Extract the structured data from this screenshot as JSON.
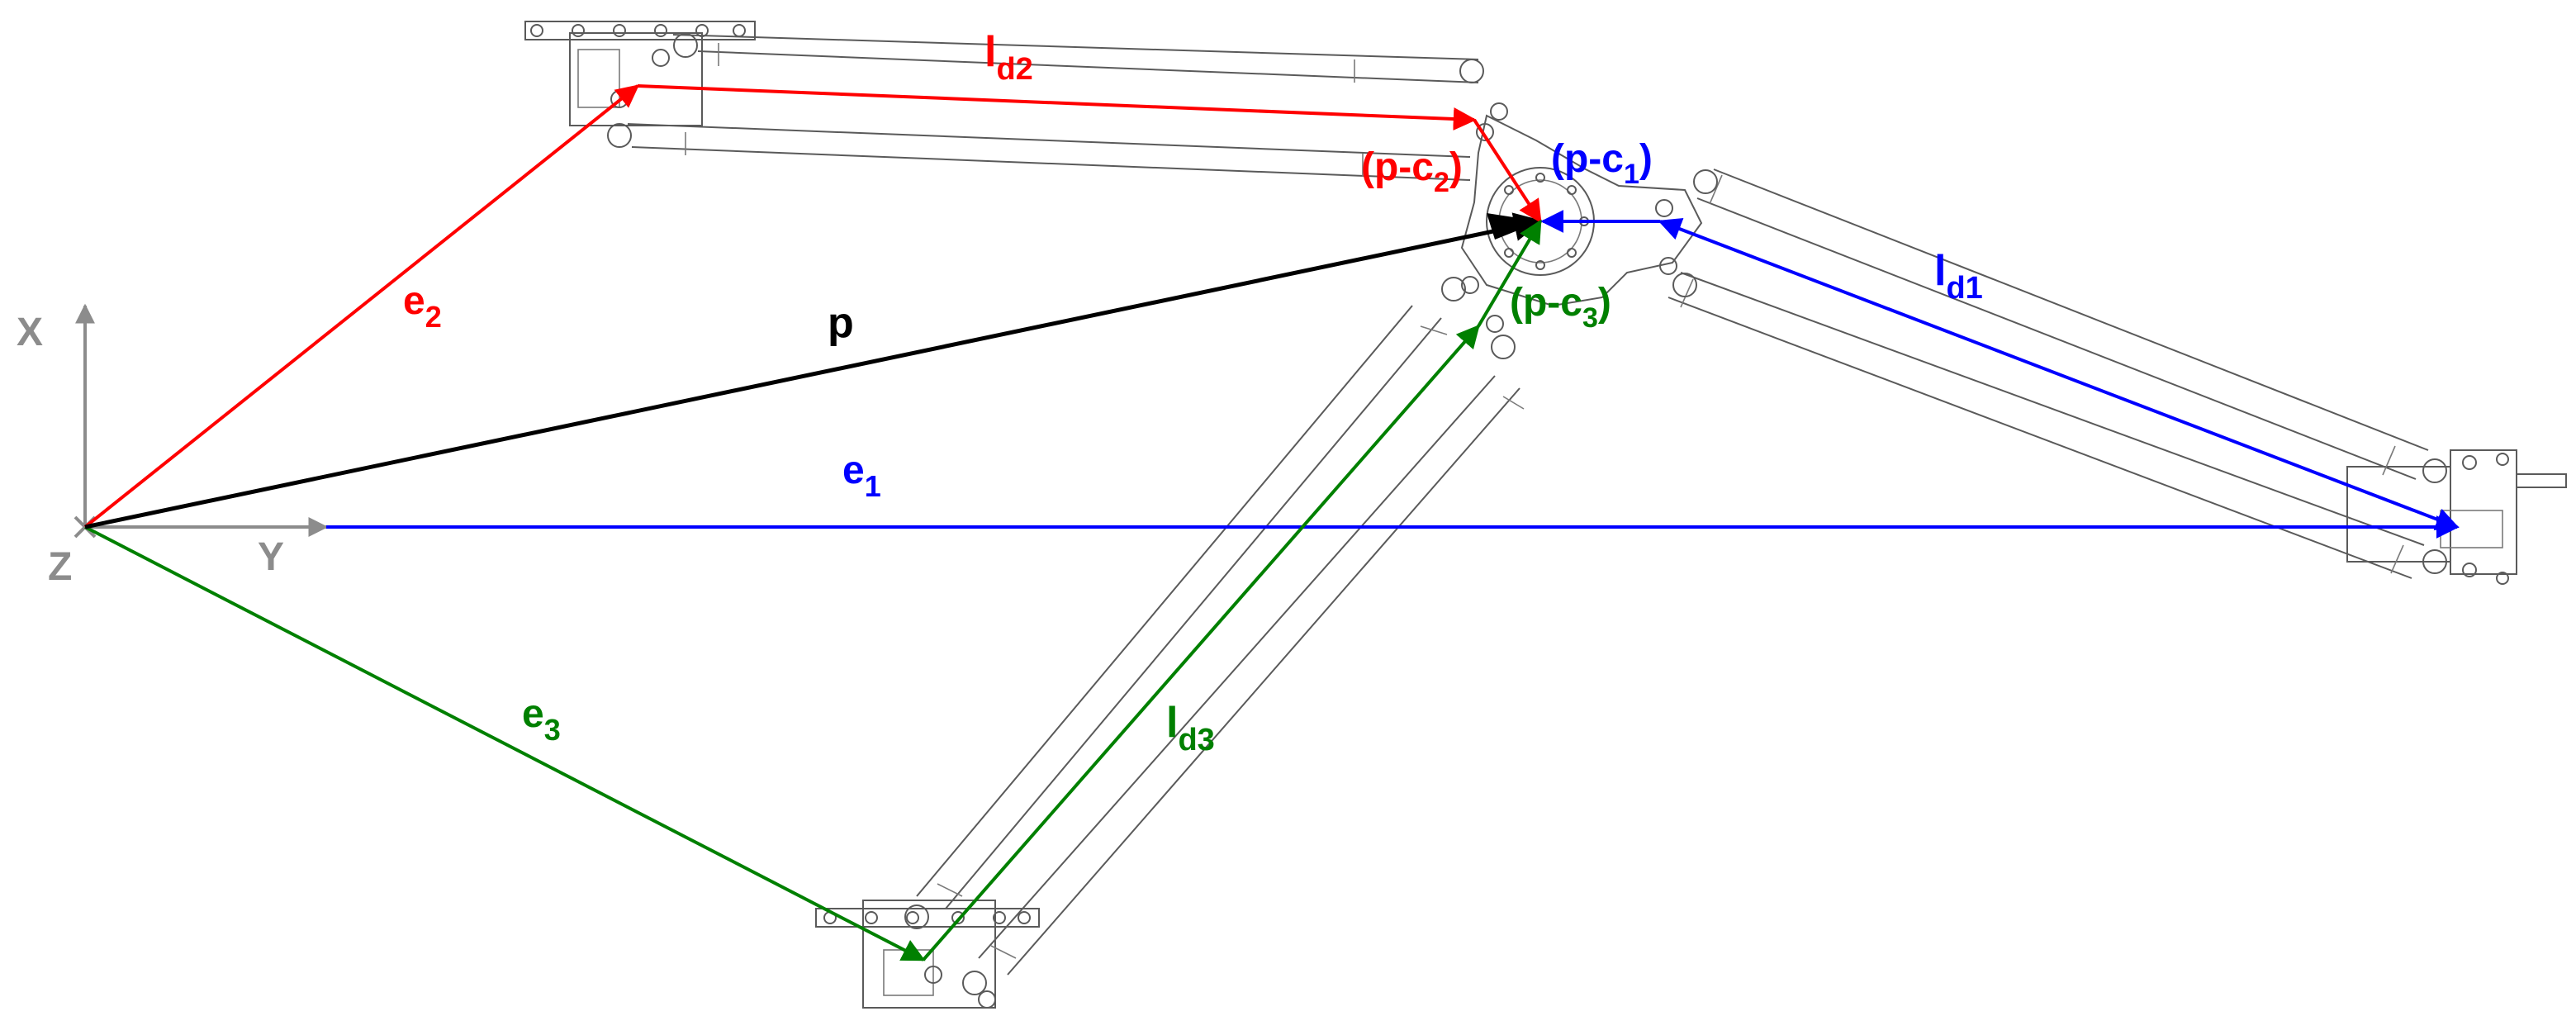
{
  "axes": {
    "x_label": "X",
    "y_label": "Y",
    "z_label": "Z",
    "color": "#8c8c8c"
  },
  "vectors": {
    "e1": {
      "main": "e",
      "sub": "1",
      "color": "#0000ff"
    },
    "e2": {
      "main": "e",
      "sub": "2",
      "color": "#ff0000"
    },
    "e3": {
      "main": "e",
      "sub": "3",
      "color": "#008000"
    },
    "p": {
      "main": "p",
      "color": "#000000"
    },
    "ld1": {
      "main": "l",
      "sub": "d1",
      "color": "#0000ff"
    },
    "ld2": {
      "main": "l",
      "sub": "d2",
      "color": "#ff0000"
    },
    "ld3": {
      "main": "l",
      "sub": "d3",
      "color": "#008000"
    },
    "pc1": {
      "open": "(p-c",
      "sub": "1",
      "close": ")",
      "color": "#0000ff"
    },
    "pc2": {
      "open": "(p-c",
      "sub": "2",
      "close": ")",
      "color": "#ff0000"
    },
    "pc3": {
      "open": "(p-c",
      "sub": "3",
      "close": ")",
      "color": "#008000"
    }
  },
  "mechanism_color": "#5a5a5a"
}
